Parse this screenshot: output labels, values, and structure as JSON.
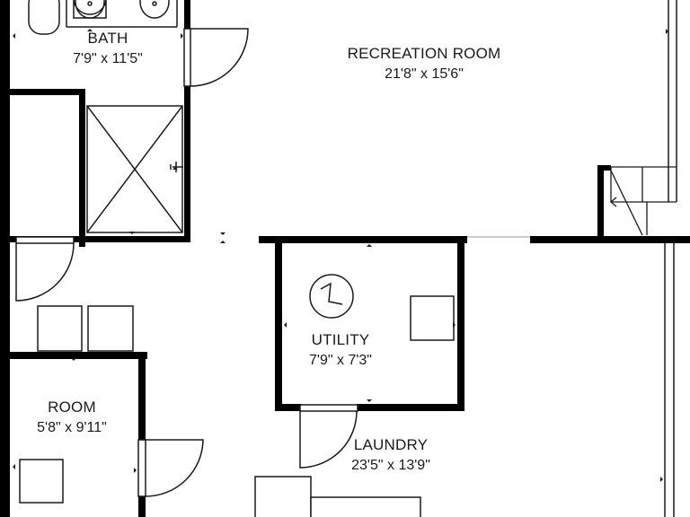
{
  "rooms": {
    "bath": {
      "name": "BATH",
      "dims": "7'9\" x 11'5\""
    },
    "recreation": {
      "name": "RECREATION ROOM",
      "dims": "21'8\" x 15'6\""
    },
    "utility": {
      "name": "UTILITY",
      "dims": "7'9\" x 7'3\""
    },
    "room": {
      "name": "ROOM",
      "dims": "5'8\" x 9'11\""
    },
    "laundry": {
      "name": "LAUNDRY",
      "dims": "23'5\" x 13'9\""
    }
  },
  "colors": {
    "wall": "#000000",
    "line": "#1a1a1a",
    "background": "#ffffff"
  }
}
